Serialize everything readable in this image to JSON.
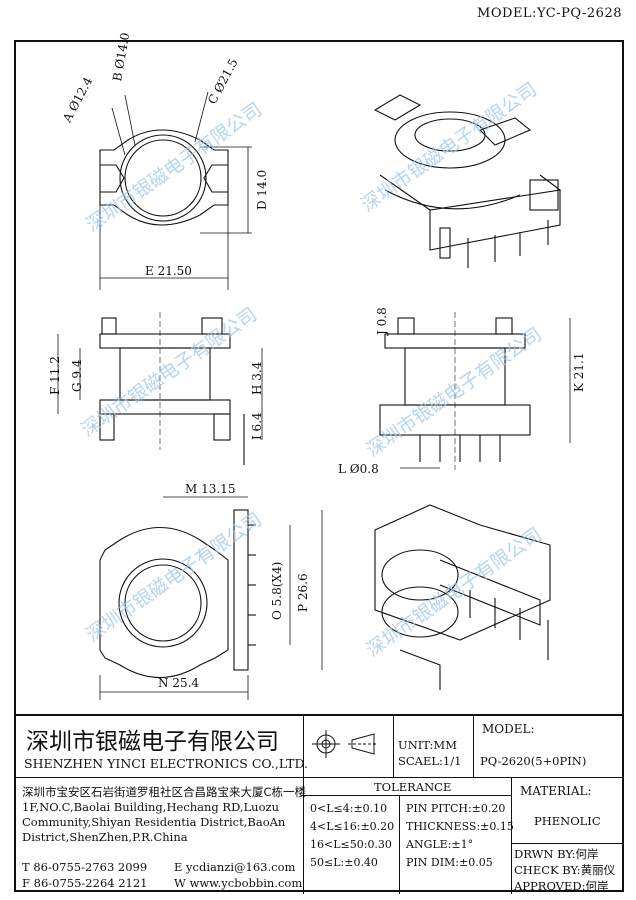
{
  "header": {
    "model": "MODEL:YC-PQ-2628"
  },
  "watermark": "深圳市银磁电子有限公司",
  "dims": {
    "A": "A Ø12.4",
    "B": "B Ø14.0",
    "C": "C Ø21.5",
    "D": "D 14.0",
    "E": "E 21.50",
    "F": "F 11.2",
    "G": "G 9.4",
    "H": "H 3.4",
    "I": "I 6.4",
    "J": "J 0.8",
    "K": "K 21.1",
    "L": "L Ø0.8",
    "M": "M 13.15",
    "N": "N 25.4",
    "O": "O 5.8(X4)",
    "P": "P 26.6"
  },
  "company": {
    "name_cn": "深圳市银磁电子有限公司",
    "name_en": "SHENZHEN YINCI ELECTRONICS CO.,LTD.",
    "address_cn": "深圳市宝安区石岩街道罗租社区合昌路宝来大厦C栋一楼",
    "address_en": [
      "1F,NO.C,Baolai Building,Hechang RD,Luozu",
      "Community,Shiyan Residentia District,BaoAn",
      "District,ShenZhen,P.R.China"
    ],
    "tel": "T 86-0755-2763 2099",
    "fax": "F 86-0755-2264 2121",
    "email": "E ycdianzi@163.com",
    "web": "W www.ycbobbin.com"
  },
  "units": {
    "unit": "UNIT:MM",
    "scale": "SCAEL:1/1"
  },
  "model_box": {
    "label": "MODEL:",
    "value": "PQ-2620(5+0PIN)"
  },
  "tolerance": {
    "title": "TOLERANCE",
    "left": [
      "0<L≤4:±0.10",
      "4<L≤16:±0.20",
      "16<L≤50:0.30",
      "50≤L:±0.40"
    ],
    "right": [
      "PIN PITCH:±0.20",
      "THICKNESS:±0.15",
      "ANGLE:±1°",
      "PIN DIM:±0.05"
    ]
  },
  "material": {
    "label": "MATERIAL:",
    "value": "PHENOLIC"
  },
  "signoff": {
    "drawn": "DRWN BY:何岸",
    "check": "CHECK BY:黄丽仪",
    "approved": "APPROVED:何岸"
  }
}
